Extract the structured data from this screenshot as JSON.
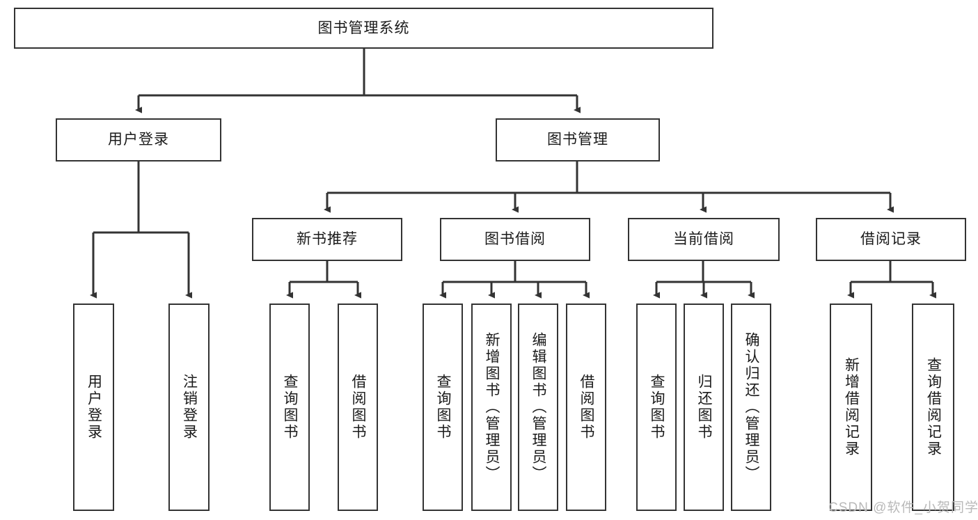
{
  "diagram": {
    "title": "图书管理系统",
    "type": "tree-hierarchy-diagram",
    "colors": {
      "box_border": "#333333",
      "box_fill": "#ffffff",
      "edge": "#333333",
      "text": "#1a1a1a",
      "watermark": "#b9b9b9"
    },
    "root": {
      "label": "图书管理系统"
    },
    "level2": [
      {
        "label": "用户登录"
      },
      {
        "label": "图书管理"
      }
    ],
    "level3": [
      {
        "label": "新书推荐"
      },
      {
        "label": "图书借阅"
      },
      {
        "label": "当前借阅"
      },
      {
        "label": "借阅记录"
      }
    ],
    "leaves": {
      "user_login": [
        {
          "label": "用户登录"
        },
        {
          "label": "注销登录"
        }
      ],
      "new_book_recommend": [
        {
          "label": "查询图书"
        },
        {
          "label": "借阅图书"
        }
      ],
      "book_borrow": [
        {
          "label": "查询图书"
        },
        {
          "label": "新增图书（管理员）"
        },
        {
          "label": "编辑图书（管理员）"
        },
        {
          "label": "借阅图书"
        }
      ],
      "current_borrow": [
        {
          "label": "查询图书"
        },
        {
          "label": "归还图书"
        },
        {
          "label": "确认归还（管理员）"
        }
      ],
      "borrow_records": [
        {
          "label": "新增借阅记录"
        },
        {
          "label": "查询借阅记录"
        }
      ]
    },
    "watermark": "CSDN @软件_小贺同学"
  }
}
